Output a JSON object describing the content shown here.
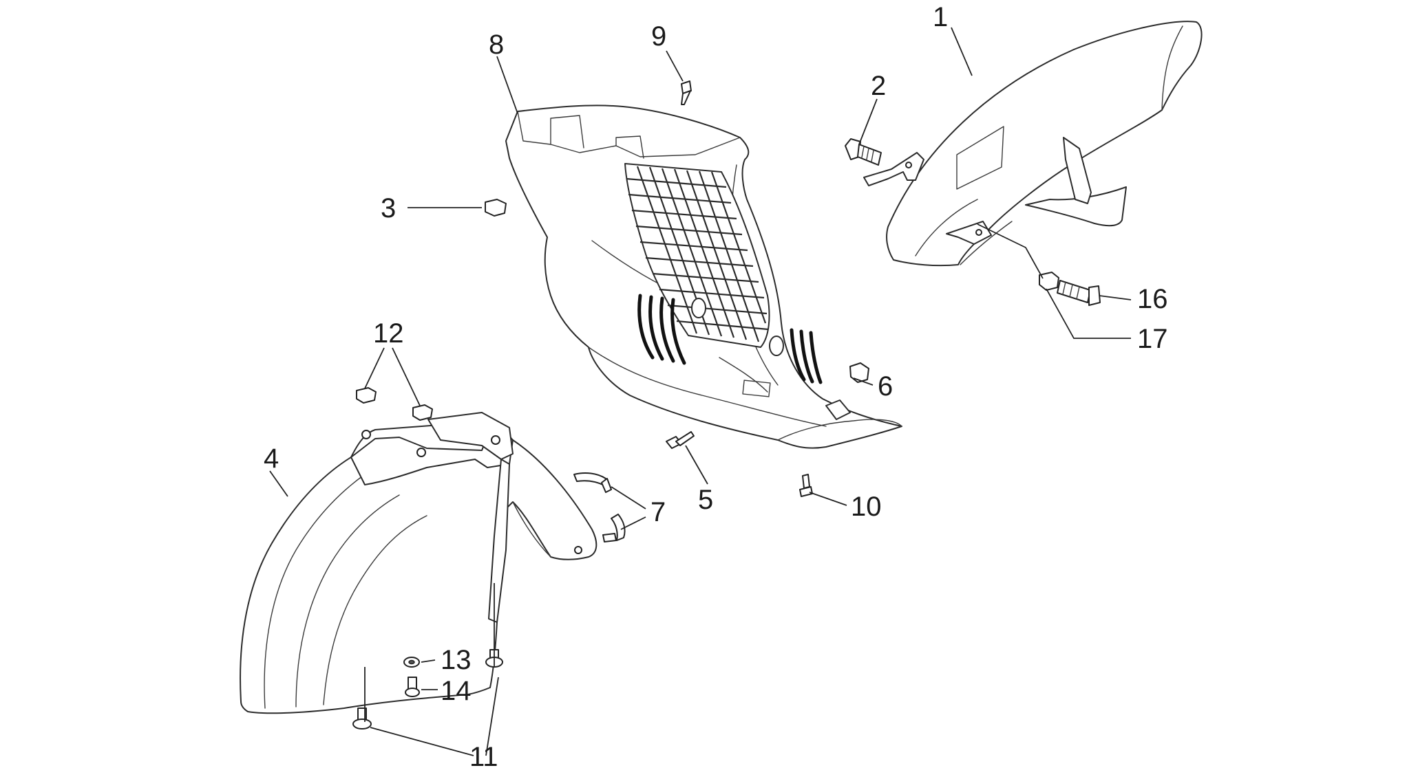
{
  "callouts": [
    "1",
    "2",
    "3",
    "4",
    "5",
    "6",
    "7",
    "8",
    "9",
    "10",
    "11",
    "12",
    "13",
    "14",
    "16",
    "17"
  ],
  "colors": {
    "line": "#2b2b2b",
    "background": "#ffffff"
  }
}
